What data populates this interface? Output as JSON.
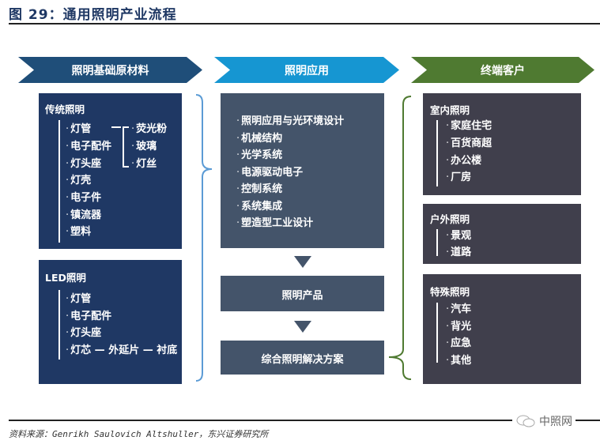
{
  "figure": {
    "title": "图 29：通用照明产业流程",
    "source": "资料来源：Genrikh Saulovich Altshuller，东兴证券研究所",
    "watermark": "中照网"
  },
  "colors": {
    "title": "#1f3864",
    "stage1": "#1f4e79",
    "stage2": "#1696d2",
    "stage3": "#4f7a31",
    "navy_box": "#1f3864",
    "slate_box": "#44546a",
    "dark_box": "#403f4c",
    "brace_blue": "#5b9bd5",
    "brace_green": "#4f7a31"
  },
  "stages": [
    {
      "label": "照明基础原材料"
    },
    {
      "label": "照明应用"
    },
    {
      "label": "终端客户"
    }
  ],
  "materials": {
    "traditional": {
      "title": "传统照明",
      "items": [
        "灯管",
        "电子配件",
        "灯头座",
        "灯壳",
        "电子件",
        "镇流器",
        "塑料"
      ],
      "sub_items": [
        "荧光粉",
        "玻璃",
        "灯丝"
      ]
    },
    "led": {
      "title": "LED照明",
      "items": [
        "灯管",
        "电子配件",
        "灯头座",
        "灯芯 — 外延片 — 衬底"
      ]
    }
  },
  "application": {
    "items": [
      "照明应用与光环境设计",
      "机械结构",
      "光学系统",
      "电源驱动电子",
      "控制系统",
      "系统集成",
      "塑造型工业设计"
    ],
    "product": "照明产品",
    "solution": "综合照明解决方案"
  },
  "customers": {
    "indoor": {
      "title": "室内照明",
      "items": [
        "家庭住宅",
        "百货商超",
        "办公楼",
        "厂房"
      ]
    },
    "outdoor": {
      "title": "户外照明",
      "items": [
        "景观",
        "道路"
      ]
    },
    "special": {
      "title": "特殊照明",
      "items": [
        "汽车",
        "背光",
        "应急",
        "其他"
      ]
    }
  },
  "bullet": "·"
}
